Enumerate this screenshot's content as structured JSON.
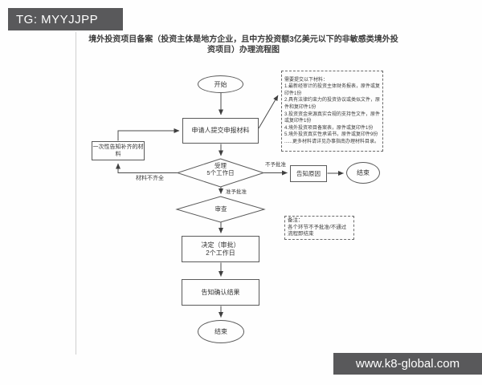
{
  "badges": {
    "tg": "TG: MYYJJPP",
    "site": "www.k8-global.com"
  },
  "title": {
    "line1": "境外投资项目备案（投资主体是地方企业，且中方投资额3亿美元以下的非敏感类境外投",
    "line2": "资项目）办理流程图"
  },
  "flowchart": {
    "nodes": {
      "start": "开始",
      "submit": "申请人提交申报材料",
      "supplement": "一次性告知补齐的材料",
      "accept_line1": "受理",
      "accept_line2": "5个工作日",
      "notify_reason": "告知原因",
      "end_right": "结束",
      "review": "审查",
      "decide_line1": "决定（审批）",
      "decide_line2": "2个工作日",
      "inform": "告知确认结果",
      "end_bottom": "结束"
    },
    "edge_labels": {
      "incomplete": "材料不齐全",
      "rejected": "不予批准",
      "approved": "准予批准"
    },
    "notes": {
      "materials": {
        "lines": [
          "需要提交以下材料：",
          "1.最新经审计的投资主体财务报表，原件或复印件1份",
          "2.具有法律约束力的投资协议或类似文件，原件和复印件1份",
          "3.投资资金来源真实合规的支持性文件，原件或复印件1份",
          "4.境外投资项目备案表，原件或复印件1份",
          "5.境外投资真实性承诺书，原件或复印件9份",
          "......更多材料请详见办事指南办理材料目录。"
        ]
      },
      "remark": {
        "lines": [
          "备注：",
          "各个环节不予批准/不通过流程即结束"
        ]
      }
    }
  },
  "colors": {
    "badge_bg": "#59595b",
    "line": "#3f3f3f"
  }
}
